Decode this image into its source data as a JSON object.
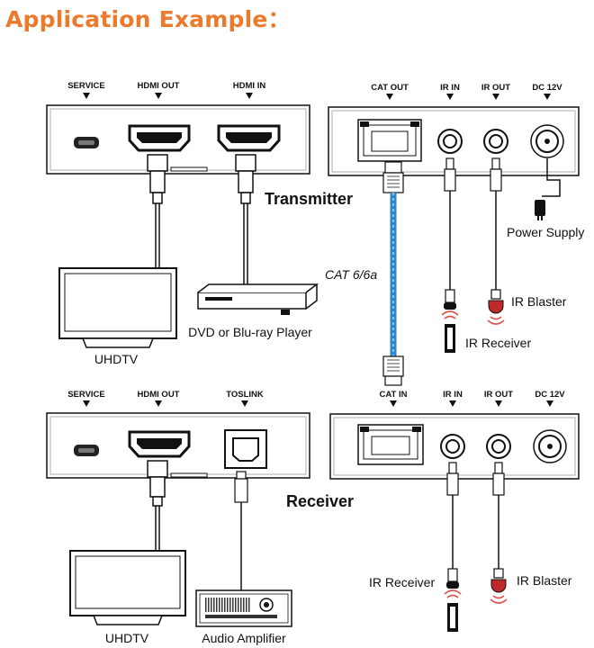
{
  "title": "Application Example：",
  "transmitter": {
    "label": "Transmitter",
    "front_ports": [
      "SERVICE",
      "HDMI OUT",
      "HDMI IN"
    ],
    "rear_ports": [
      "CAT OUT",
      "IR IN",
      "IR OUT",
      "DC 12V"
    ]
  },
  "receiver": {
    "label": "Receiver",
    "front_ports": [
      "SERVICE",
      "HDMI OUT",
      "TOSLINK"
    ],
    "rear_ports": [
      "CAT IN",
      "IR IN",
      "IR OUT",
      "DC 12V"
    ]
  },
  "cable_label": "CAT 6/6a",
  "devices": {
    "power_supply": "Power Supply",
    "tx_uhdtv": "UHDTV",
    "dvd_player": "DVD or Blu-ray Player",
    "tx_ir_blaster": "IR Blaster",
    "tx_ir_receiver": "IR Receiver",
    "rx_uhdtv": "UHDTV",
    "audio_amplifier": "Audio Amplifier",
    "rx_ir_receiver": "IR Receiver",
    "rx_ir_blaster": "IR Blaster"
  },
  "colors": {
    "title": "#ec7a2c",
    "cat_cable": "#2f86c9",
    "ir_blaster_dome": "#c0292b",
    "ir_waves": "#d9534f"
  }
}
